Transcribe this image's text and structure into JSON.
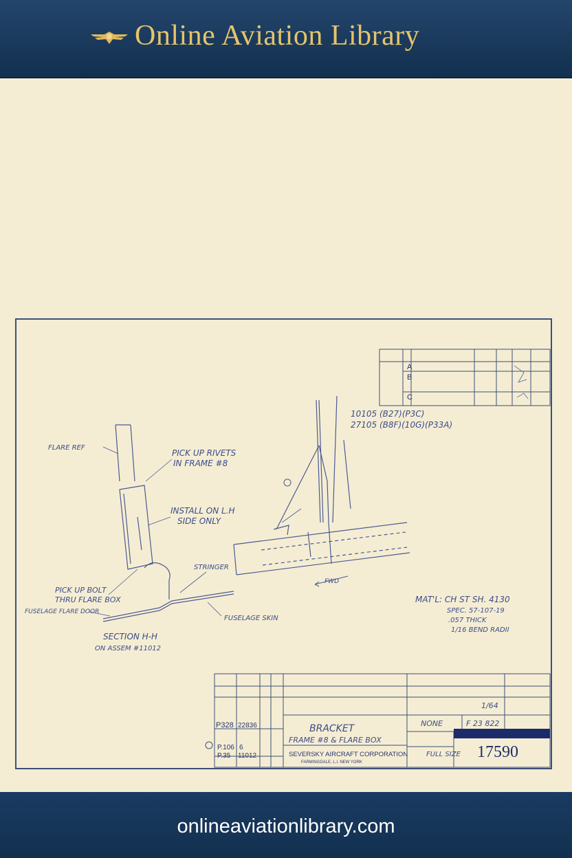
{
  "header": {
    "title": "Online Aviation Library"
  },
  "footer": {
    "url": "onlineaviationlibrary.com"
  },
  "drawing": {
    "revisions": [
      {
        "letter": "A"
      },
      {
        "letter": "B"
      },
      {
        "letter": "C"
      }
    ],
    "callouts": {
      "ref1": "10105 (B27)(P3C)",
      "ref2": "27105 (B8F)(10G)(P33A)",
      "flare_ref": "FLARE REF",
      "pickup_rivets_1": "PICK UP RIVETS",
      "pickup_rivets_2": "IN FRAME #8",
      "install_1": "INSTALL ON L.H",
      "install_2": "SIDE ONLY",
      "stringer": "STRINGER",
      "pickup_bolt_1": "PICK UP BOLT",
      "pickup_bolt_2": "THRU FLARE BOX",
      "fuselage_flare": "FUSELAGE FLARE DOOR",
      "fuselage_skin": "FUSELAGE SKIN",
      "section": "SECTION H-H",
      "section_ref": "ON ASSEM #11012",
      "fwd": "FWD",
      "matl_1": "MAT'L: CH ST SH. 4130",
      "matl_2": "SPEC. 57-107-19",
      "matl_3": ".057 THICK",
      "matl_4": "1/16 BEND RADII"
    },
    "title_block": {
      "part_no_1": "P328",
      "part_no_2": "22836",
      "part_no_3": "P.106",
      "part_no_4": "P.35",
      "part_ref_3": "6",
      "part_ref_4": "11012",
      "title_line_1": "BRACKET",
      "title_line_2": "FRAME #8 & FLARE BOX",
      "company": "SEVERSKY AIRCRAFT CORPORATION",
      "location": "FARMINGDALE, L.I. NEW YORK",
      "scale": "1/64",
      "finish": "NONE",
      "ref_no": "F 23 822",
      "size": "FULL SIZE",
      "drawing_no": "17590"
    }
  }
}
